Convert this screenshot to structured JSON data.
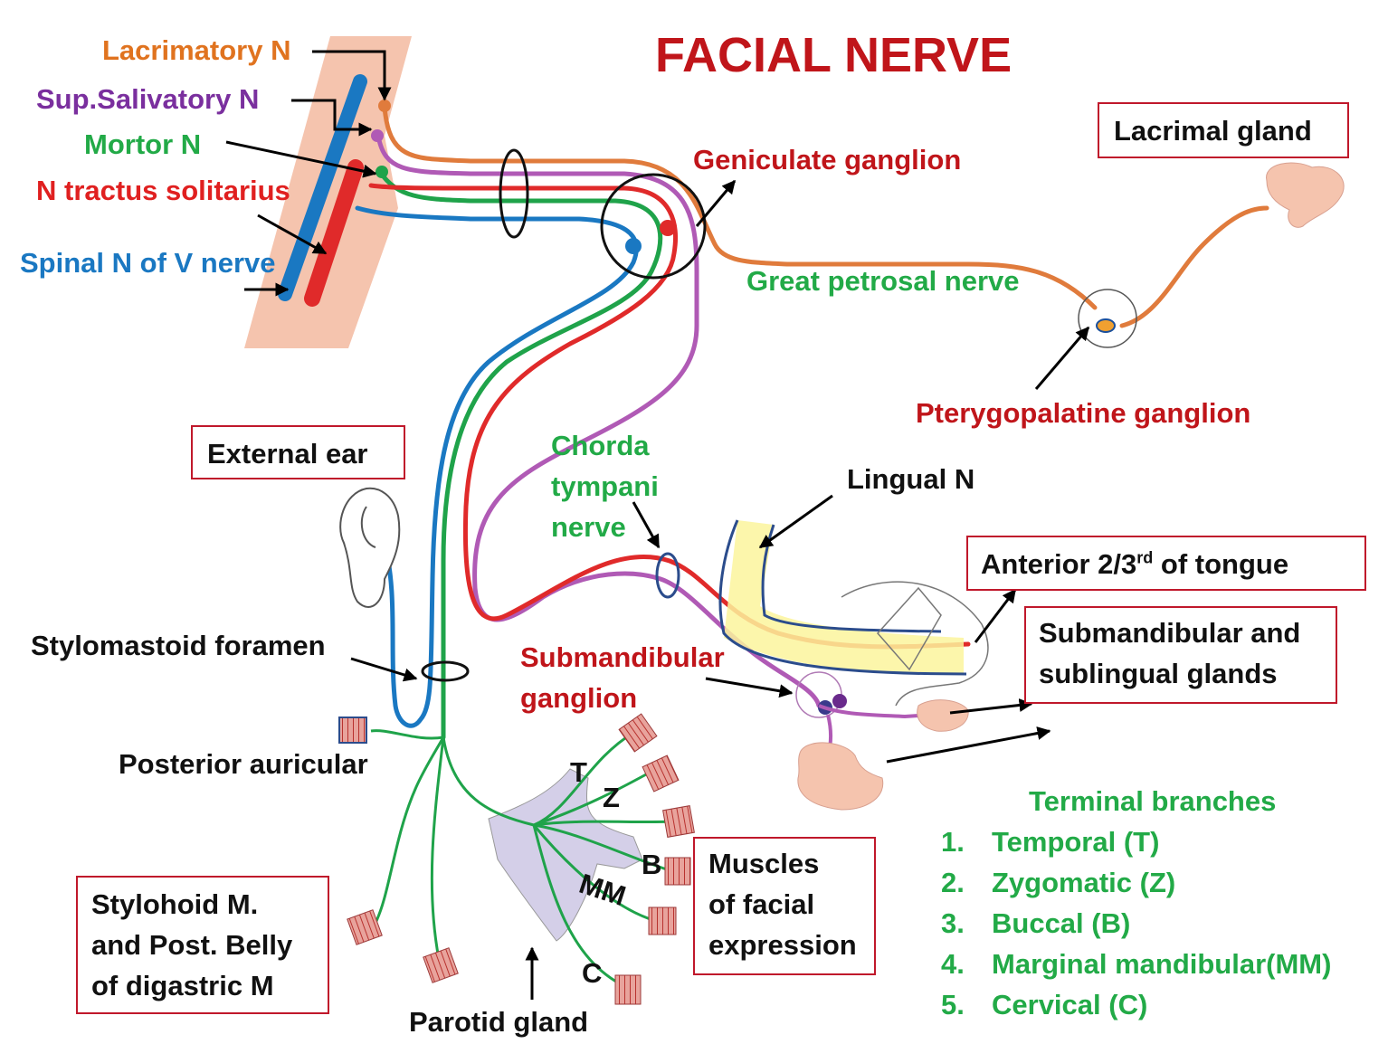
{
  "title": "FACIAL NERVE",
  "colors": {
    "title_red": "#c0151a",
    "orange": "#e07b3c",
    "purple": "#b05ab5",
    "green": "#1fa34a",
    "red": "#e02a2a",
    "blue": "#1a78c2",
    "label_green": "#22aa47",
    "label_purple": "#7a2f9e",
    "label_orange": "#e0731f",
    "box_border": "#c0182b",
    "skin": "#f5c4ae"
  },
  "nuclei": {
    "lacrimatory": "Lacrimatory N",
    "sup_salivatory": "Sup.Salivatory N",
    "motor": "Mortor N",
    "tractus": "N tractus solitarius",
    "spinal": "Spinal N of V nerve"
  },
  "labels": {
    "geniculate": "Geniculate ganglion",
    "great_petrosal": "Great petrosal nerve",
    "pterygopalatine": "Pterygopalatine ganglion",
    "chorda": [
      "Chorda",
      "tympani",
      "nerve"
    ],
    "lingual": "Lingual N",
    "submandibular_ganglion": [
      "Submandibular",
      "ganglion"
    ],
    "stylomastoid": "Stylomastoid foramen",
    "posterior_auricular": "Posterior auricular",
    "parotid": "Parotid gland",
    "branch_T": "T",
    "branch_Z": "Z",
    "branch_B": "B",
    "branch_MM": "MM",
    "branch_C": "C"
  },
  "boxes": {
    "lacrimal_gland": "Lacrimal gland",
    "external_ear": "External ear",
    "tongue_pre": "Anterior 2/3",
    "tongue_sup": "rd",
    "tongue_post": " of tongue",
    "glands": [
      "Submandibular and",
      "sublingual glands"
    ],
    "muscles": [
      "Muscles",
      "of facial",
      "expression"
    ],
    "stylohoid": [
      "Stylohoid M.",
      "and Post. Belly",
      "of digastric M"
    ]
  },
  "terminal": {
    "heading": "Terminal branches",
    "items": [
      {
        "num": "1.",
        "text": "Temporal (T)"
      },
      {
        "num": "2.",
        "text": "Zygomatic (Z)"
      },
      {
        "num": "3.",
        "text": "Buccal (B)"
      },
      {
        "num": "4.",
        "text": "Marginal mandibular(MM)"
      },
      {
        "num": "5.",
        "text": "Cervical (C)"
      }
    ]
  }
}
